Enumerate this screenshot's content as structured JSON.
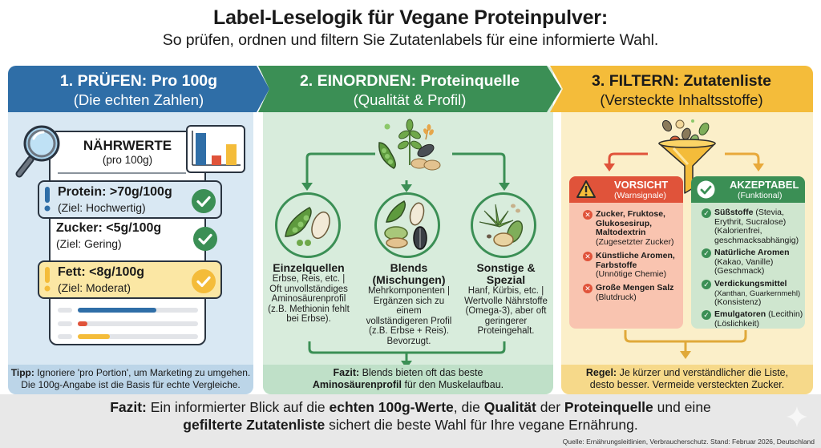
{
  "header": {
    "title": "Label-Leselogik für Vegane Proteinpulver:",
    "subtitle": "So prüfen, ordnen und filtern Sie Zutatenlabels für eine informierte Wahl."
  },
  "colors": {
    "blue": "#2f6ea7",
    "green": "#3b8f55",
    "yellow": "#f4bc3a",
    "red": "#e0533a"
  },
  "step1": {
    "title": "1. PRÜFEN: Pro 100g",
    "subtitle": "(Die echten Zahlen)",
    "card_title": "NÄHRWERTE",
    "card_subtitle": "(pro 100g)",
    "rows": [
      {
        "label": "Protein: >70g/100g",
        "target": "(Ziel: Hochwertig)",
        "status": "ok"
      },
      {
        "label": "Zucker: <5g/100g",
        "target": "(Ziel: Gering)",
        "status": "ok"
      },
      {
        "label": "Fett: <8g/100g",
        "target": "(Ziel: Moderat)",
        "status": "moderate"
      }
    ],
    "tip_label": "Tipp:",
    "tip_text": " Ignoriere 'pro Portion', um Marketing zu umgehen.",
    "tip_text2": "Die 100g-Angabe ist die Basis für echte Vergleiche."
  },
  "step2": {
    "title": "2. EINORDNEN: Proteinquelle",
    "subtitle": "(Qualität & Profil)",
    "categories": [
      {
        "name": "Einzelquellen",
        "name2": "",
        "lines": [
          "Erbse, Reis, etc. |",
          "Oft unvollständiges",
          "Aminosäurenprofil",
          "(z.B. Methionin fehlt",
          "bei Erbse)."
        ]
      },
      {
        "name": "Blends",
        "name2": "(Mischungen)",
        "lines": [
          "Mehrkomponenten |",
          "Ergänzen sich zu einem",
          "vollständigeren Profil",
          "(z.B. Erbse + Reis).",
          "Bevorzugt."
        ]
      },
      {
        "name": "Sonstige &",
        "name2": "Spezial",
        "lines": [
          "Hanf, Kürbis, etc. |",
          "Wertvolle Nährstoffe",
          "(Omega-3), aber oft",
          "geringerer",
          "Proteingehalt."
        ]
      }
    ],
    "conclusion_label": "Fazit:",
    "conclusion_text": " Blends bieten oft das beste",
    "conclusion_bold2": "Aminosäurenprofil",
    "conclusion_text2": " für den Muskelaufbau."
  },
  "step3": {
    "title": "3. FILTERN: Zutatenliste",
    "subtitle": "(Versteckte Inhaltsstoffe)",
    "caution": {
      "title": "VORSICHT",
      "subtitle": "(Warnsignale)",
      "items": [
        {
          "bold": [
            "Zucker, Fruktose,",
            "Glukosesirup,",
            "Maltodextrin"
          ],
          "note": "(Zugesetzter Zucker)"
        },
        {
          "bold": [
            "Künstliche Aromen,",
            "Farbstoffe"
          ],
          "note": "(Unnötige Chemie)"
        },
        {
          "bold": [
            "Große Mengen Salz"
          ],
          "note": "(Blutdruck)"
        }
      ]
    },
    "acceptable": {
      "title": "AKZEPTABEL",
      "subtitle": "(Funktional)",
      "items": [
        {
          "bold": "Süßstoffe",
          "rest": " (Stevia,",
          "lines": [
            "Erythrit, Sucralose)",
            "(Kalorienfrei,",
            "geschmacksabhängig)"
          ]
        },
        {
          "bold": "Natürliche Aromen",
          "rest": "",
          "lines": [
            "(Kakao, Vanille)",
            "(Geschmack)"
          ]
        },
        {
          "bold": "Verdickungsmittel",
          "rest": "",
          "lines": [
            "(Xanthan, Guarkernmehl)",
            "(Konsistenz)"
          ]
        },
        {
          "bold": "Emulgatoren",
          "rest": " (Lecithin)",
          "lines": [
            "(Löslichkeit)"
          ]
        }
      ]
    },
    "rule_label": "Regel:",
    "rule_text": " Je kürzer und verständlicher die Liste,",
    "rule_text2": "desto besser. Vermeide versteckten Zucker."
  },
  "conclusion": {
    "label": "Fazit:",
    "p1": " Ein informierter Blick auf die ",
    "b1": "echten 100g-Werte",
    "p2": ", die ",
    "b2": "Qualität",
    "p3": " der ",
    "b3": "Proteinquelle",
    "p4": " und eine",
    "b4": "gefilterte Zutatenliste",
    "p5": " sichert die beste Wahl für Ihre vegane Ernährung."
  },
  "source": "Quelle: Ernährungsleitlinien, Verbraucherschutz. Stand: Februar 2026, Deutschland"
}
